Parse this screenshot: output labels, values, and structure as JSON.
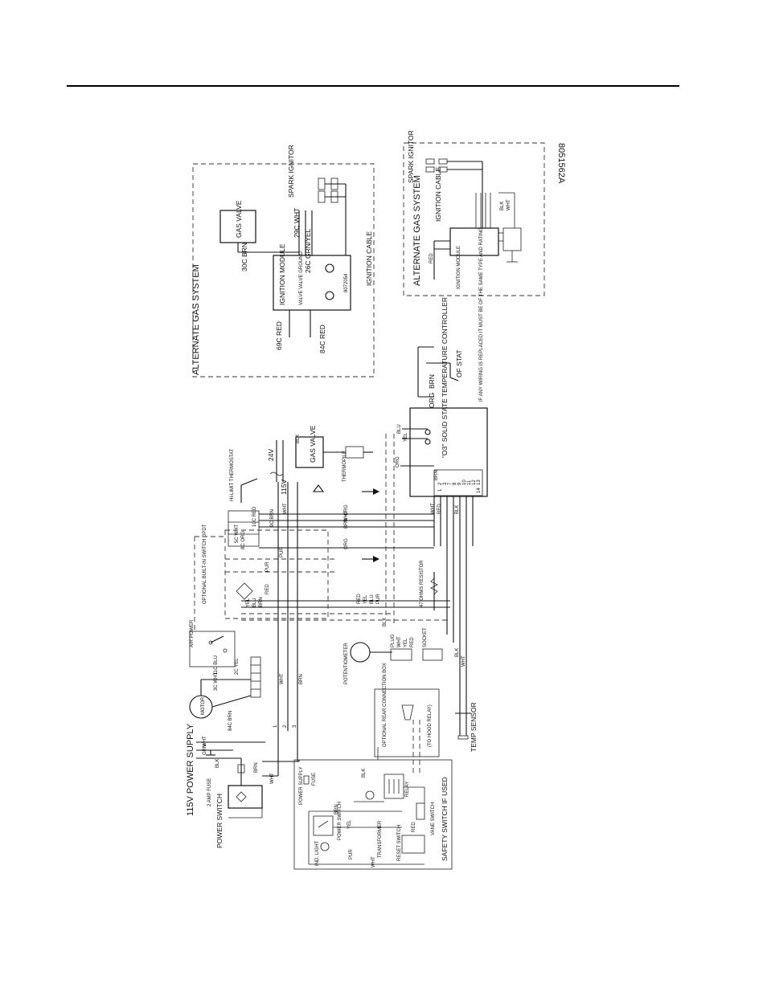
{
  "drawing_number": "8051562A",
  "alt_gas_top": {
    "title": "ALTERNATE GAS SYSTEM",
    "spark_ignitor": "SPARK IGNITOR",
    "gas_valve": "GAS VALVE",
    "wire_30c": "30C BRN",
    "wire_29c": "29C WHT",
    "wire_26c": "26C GRN/YEL",
    "ignition_module": "IGNITION MODULE",
    "valve_labels": "VALVE VALVE GROUND",
    "part_number": "8072054",
    "wire_69c": "69C RED",
    "wire_84c": "84C RED",
    "ignition_cable": "IGNITION CABLE"
  },
  "alt_gas_right": {
    "title": "ALTERNATE GAS SYSTEM",
    "spark_ignitor": "SPARK IGNITOR",
    "ignition_cable": "IGNITION CABLE",
    "ignition_module": "IGNITION MODULE",
    "red": "RED",
    "blk": "BLK",
    "wht": "WHT"
  },
  "stat_note": {
    "of_stat": "OF STAT",
    "brn": "BRN",
    "org": "ORG",
    "note": "IF ANY WIRING IS REPLACED IT MUST BE OF THE SAME TYPE AND RATING"
  },
  "controller": {
    "name": "\"O3\" SOLID STATE TEMPERATURE CONTROLLER",
    "brn": "BRN",
    "blu": "BLU",
    "yel": "YEL",
    "org": "ORG",
    "terminals": [
      "2",
      "1",
      "3",
      "7",
      "8",
      "9",
      "10",
      "11",
      "12",
      "13",
      "14"
    ]
  },
  "gas_valve_main": {
    "label": "GAS VALVE",
    "thermopile": "THERMOPILE",
    "v24": "24V",
    "v115": "115V",
    "hi_limit": "HI-LIMIT THERMOSTAT",
    "wire_10c": "10C RED",
    "wire_9c": "9C BRN",
    "wht": "WHT",
    "blk": "BLK"
  },
  "wire_colors": [
    "ORG",
    "WHT",
    "BRN",
    "ORG",
    "PUR",
    "WHT",
    "BLK",
    "RED"
  ],
  "optional_switch": {
    "label": "OPTIONAL BUILT-IN SWITCH DPDT",
    "wire_5c": "5C WHT",
    "wire_8c": "8C ORG",
    "pur": "PUR",
    "red": "RED",
    "yel": "YEL",
    "blu": "BLU",
    "brn": "BRN"
  },
  "resistor": "47 OHMS RESISTOR",
  "wire_labels": [
    "RED",
    "YEL",
    "BLU",
    "PUR",
    "BLK"
  ],
  "air_power": {
    "label": "AIR POWER",
    "wire_2c": "2C YEL",
    "wire_11c": "11C BLU",
    "motor": "MOTOR",
    "wire_3c": "3C WHT",
    "wire_84c": "84C BRN",
    "wht": "WHT",
    "brn": "BRN"
  },
  "potentiometer": {
    "label": "POTENTIOMETER",
    "plug": "PLUG",
    "socket": "SOCKET",
    "wht": "WHT",
    "yel": "YEL",
    "red": "RED",
    "blk": "BLK"
  },
  "temp_sensor": "TEMP SENSOR",
  "power_supply": {
    "title": "115V POWER SUPPLY",
    "power_switch": "POWER SWITCH",
    "fuse": "2 AMP FUSE",
    "wht": "WHT",
    "grn": "GRN",
    "blk": "BLK",
    "brn": "BRN",
    "wire_numbers": [
      "1",
      "2",
      "3"
    ]
  },
  "rear_box": {
    "label": "OPTIONAL REAR CONNECTION BOX",
    "relay": "(TO HOOD RELAY)"
  },
  "safety": {
    "label": "SAFETY SWITCH IF USED",
    "power_supply": "POWER SUPPLY",
    "fuse": "FUSE",
    "power_switch": "POWER SWITCH",
    "relay": "RELAY",
    "reset_switch": "RESET SWITCH",
    "vane_switch": "VANE SWITCH",
    "transformer": "TRANSFORMER",
    "ind_light": "IND. LIGHT",
    "brn": "BRN",
    "wht": "WHT",
    "pur": "PUR",
    "yel": "YEL",
    "red": "RED",
    "blk": "BLK"
  }
}
